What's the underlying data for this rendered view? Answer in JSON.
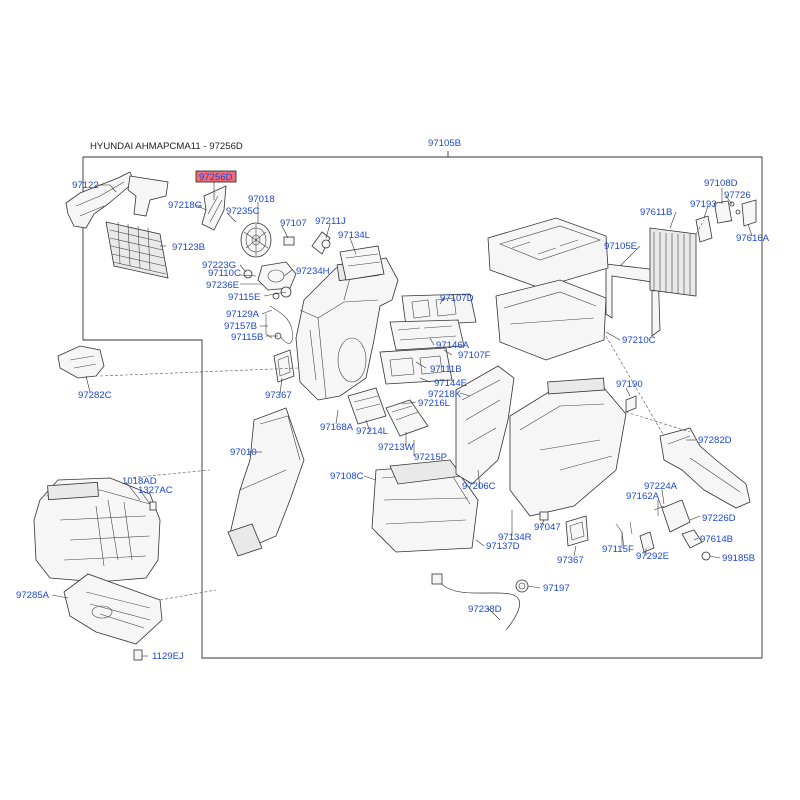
{
  "header": {
    "title": "HYUNDAI AHMAPCMA11 - 97256D",
    "assembly_code": "97105B"
  },
  "highlight": {
    "part": "97256D",
    "color": "#e8394c"
  },
  "colors": {
    "label": "#1d48d6",
    "line": "#333333",
    "highlight_fill": "#e8394c"
  },
  "parts": [
    "97122",
    "97256D",
    "97218G",
    "97235C",
    "97018",
    "97107",
    "97211J",
    "97134L",
    "97123B",
    "97223G",
    "97110C",
    "97234H",
    "97236E",
    "97115E",
    "97107D",
    "97129A",
    "97157B",
    "97115B",
    "97146A",
    "97107F",
    "97111B",
    "97144E",
    "97218K",
    "97216L",
    "97367",
    "97168A",
    "97214L",
    "97213W",
    "97215P",
    "97010",
    "97108C",
    "97206C",
    "97134R",
    "97047",
    "97137D",
    "97367",
    "97108D",
    "97726",
    "97611B",
    "97193",
    "97616A",
    "97105E",
    "97210C",
    "97190",
    "97282D",
    "97224A",
    "97162A",
    "97226D",
    "97115F",
    "97292E",
    "97614B",
    "99185B",
    "97197",
    "97238D",
    "97282C",
    "1018AD",
    "1327AC",
    "97285A",
    "1129EJ"
  ]
}
